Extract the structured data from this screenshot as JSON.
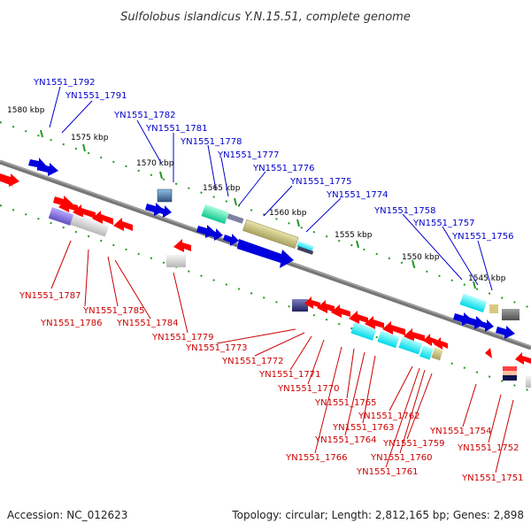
{
  "title": "Sulfolobus islandicus Y.N.15.51, complete genome",
  "footer": {
    "accession": "Accession: NC_012623",
    "summary": "Topology: circular; Length: 2,812,165 bp; Genes: 2,898"
  },
  "colors": {
    "forward": "#0000dd",
    "reverse": "#ff0000",
    "forward_label": "#0000cc",
    "reverse_label": "#cc0000",
    "backbone": "#777777",
    "ticks": "#229922"
  },
  "kbp_labels": [
    "1580 kbp",
    "1575 kbp",
    "1570 kbp",
    "1565 kbp",
    "1560 kbp",
    "1555 kbp",
    "1550 kbp",
    "1545 kbp"
  ],
  "forward_gene_labels": [
    "YN1551_1792",
    "YN1551_1791",
    "YN1551_1782",
    "YN1551_1781",
    "YN1551_1778",
    "YN1551_1777",
    "YN1551_1776",
    "YN1551_1775",
    "YN1551_1774",
    "YN1551_1758",
    "YN1551_1757",
    "YN1551_1756"
  ],
  "reverse_gene_labels": [
    "YN1551_1787",
    "YN1551_1785",
    "YN1551_1786",
    "YN1551_1784",
    "YN1551_1779",
    "YN1551_1773",
    "YN1551_1772",
    "YN1551_1771",
    "YN1551_1770",
    "YN1551_1765",
    "YN1551_1762",
    "YN1551_1763",
    "YN1551_1764",
    "YN1551_1759",
    "YN1551_1766",
    "YN1551_1760",
    "YN1551_1761",
    "YN1551_1754",
    "YN1551_1752",
    "YN1551_1751"
  ]
}
